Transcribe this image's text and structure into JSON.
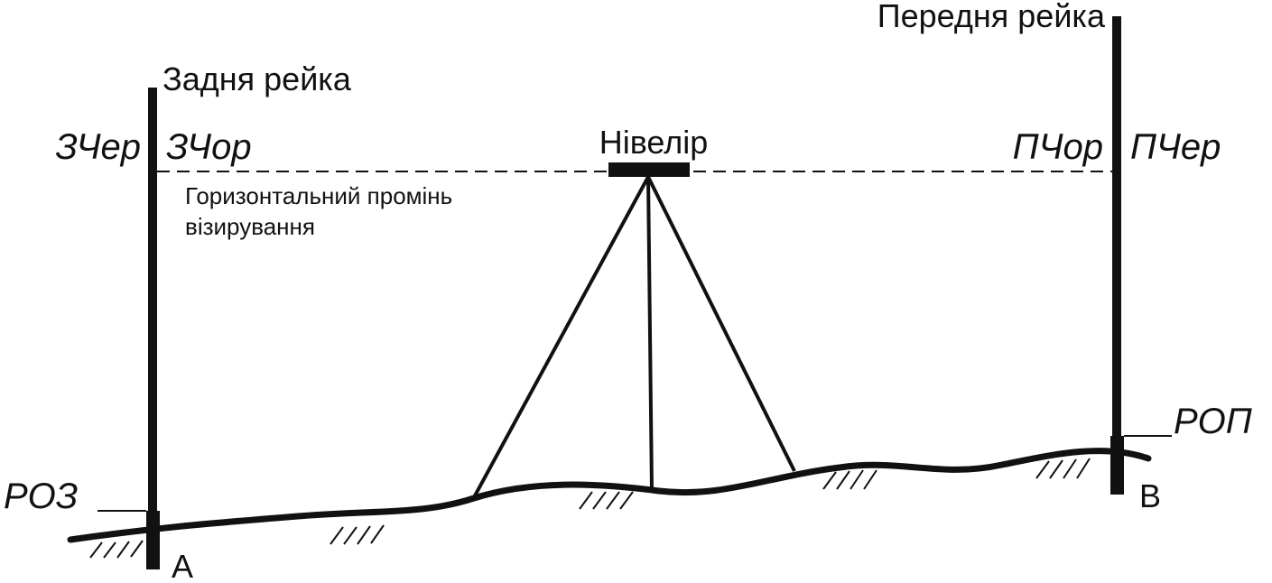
{
  "labels": {
    "back_rod": "Задня рейка",
    "front_rod": "Передня рейка",
    "level": "Нівелір",
    "beam_line1": "Горизонтальний промінь",
    "beam_line2": "візирування",
    "back_black": "ЗЧер",
    "back_red": "ЗЧор",
    "front_red": "ПЧор",
    "front_black": "ПЧер",
    "heel_back": "РОЗ",
    "heel_front": "РОП",
    "point_a": "A",
    "point_b": "B"
  },
  "colors": {
    "ink": "#111111",
    "background": "#ffffff"
  }
}
